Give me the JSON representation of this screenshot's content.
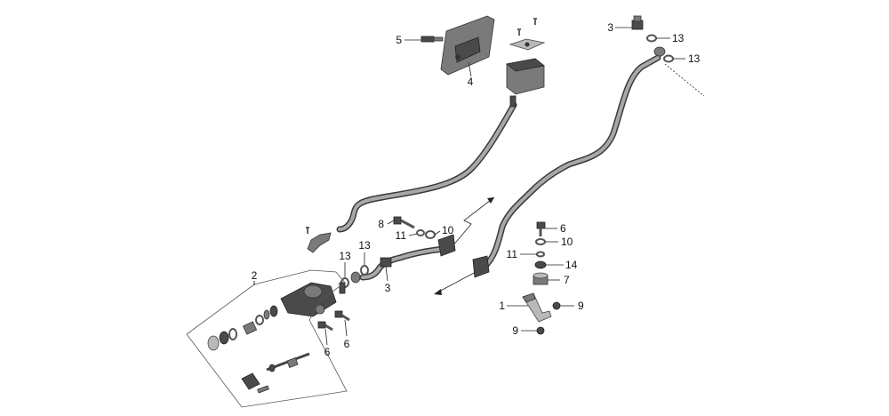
{
  "callouts": {
    "c1": "1",
    "c2": "2",
    "c3a": "3",
    "c3b": "3",
    "c4": "4",
    "c5": "5",
    "c6a": "6",
    "c6b": "6",
    "c6c": "6",
    "c7": "7",
    "c8": "8",
    "c9a": "9",
    "c9b": "9",
    "c10a": "10",
    "c10b": "10",
    "c11a": "11",
    "c11b": "11",
    "c13a": "13",
    "c13b": "13",
    "c13c": "13",
    "c13d": "13",
    "c14": "14"
  },
  "colors": {
    "line": "#222222",
    "tube_dark": "#3a3a3a",
    "tube_light": "#a8a8a8",
    "part": "#7a7a7a",
    "background": "#ffffff"
  }
}
